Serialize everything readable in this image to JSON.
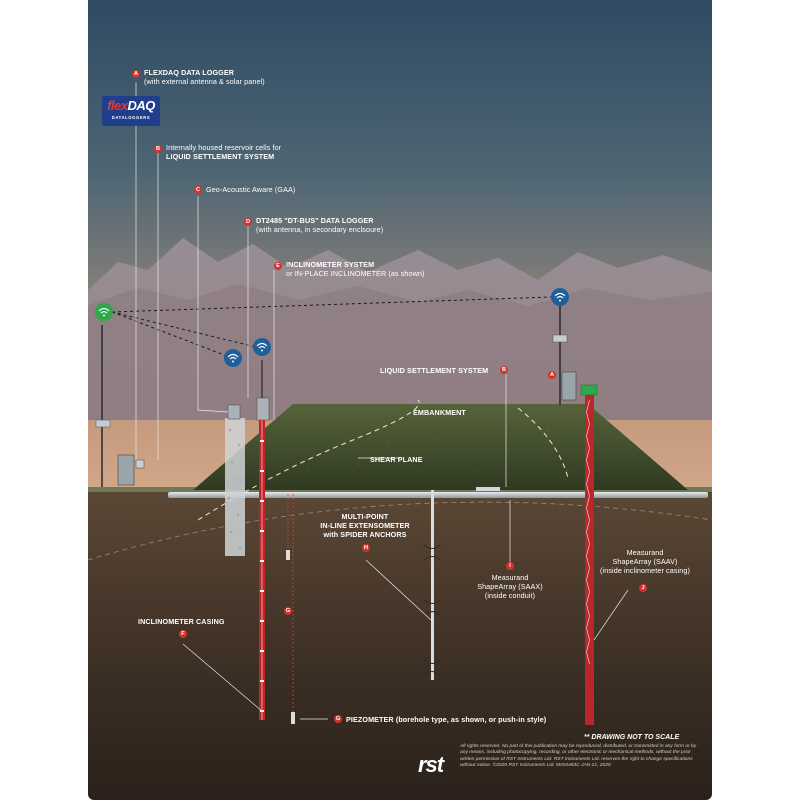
{
  "labels": {
    "a_title": "FLEXDAQ DATA LOGGER",
    "a_sub": "(with external antenna & solar panel)",
    "b_line1": "Internally housed reservoir cells for",
    "b_line2": "LIQUID SETTLEMENT SYSTEM",
    "c_text": "Geo-Acoustic Aware (GAA)",
    "d_title": "DT2485 \"DT-BUS\" DATA LOGGER",
    "d_sub": "(with antenna, in secondary enclsoure)",
    "e_line1": "INCLINOMETER SYSTEM",
    "e_line2": "or IN-PLACE INCLINOMETER (as shown)",
    "liquid_settlement": "LIQUID SETTLEMENT SYSTEM",
    "embankment": "EMBANKMENT",
    "shear_plane": "SHEAR PLANE",
    "mp_line1": "MULTI-POINT",
    "mp_line2": "IN-LINE EXTENSOMETER",
    "mp_line3": "with SPIDER ANCHORS",
    "saax_line1": "Measurand",
    "saax_line2": "ShapeArray (SAAX)",
    "saax_line3": "(inside conduit)",
    "saav_line1": "Measurand",
    "saav_line2": "ShapeArray (SAAV)",
    "saav_line3": "(inside inclinometer casing)",
    "incl_casing": "INCLINOMETER CASING",
    "piezometer": "PIEZOMETER (borehole type, as shown, or push-in style)",
    "not_to_scale": "** DRAWING NOT TO SCALE",
    "copyright": "All rights reserved. No part of this publication may be reproduced, distributed, or transmitted in any form or by any means, including photocopying, recording, or other electronic or mechanical methods, without the prior written permission of RST Instruments Ltd. RST Instruments Ltd. reserves the right to change specifications without notice. ©2020 RST Instruments Ltd. MIG0483C JAN 21, 2020"
  },
  "badges": {
    "a": "A",
    "b": "B",
    "c": "C",
    "d": "D",
    "e": "E",
    "f": "F",
    "g": "G",
    "h": "H",
    "i": "I",
    "j": "J"
  },
  "logos": {
    "flexdaq_prefix": "flex",
    "flexdaq_suffix": "DAQ",
    "flexdaq_sub": "DATALOGGERS",
    "rst": "rst"
  },
  "colors": {
    "sky_top": "#2f4a63",
    "sky_mid": "#5c6f78",
    "horizon": "#c1967a",
    "mountain": "#9a8a93",
    "embankment": "#3f4a2c",
    "ground": "#4a3a2c",
    "badge_red": "#d6312d",
    "wifi_green": "#2fa84a",
    "wifi_blue": "#1f5f9a",
    "casing_red": "#b8282b"
  },
  "icons": [
    "wifi-icon",
    "solar-panel-icon",
    "antenna-icon",
    "enclosure-icon",
    "spider-anchor-icon"
  ]
}
